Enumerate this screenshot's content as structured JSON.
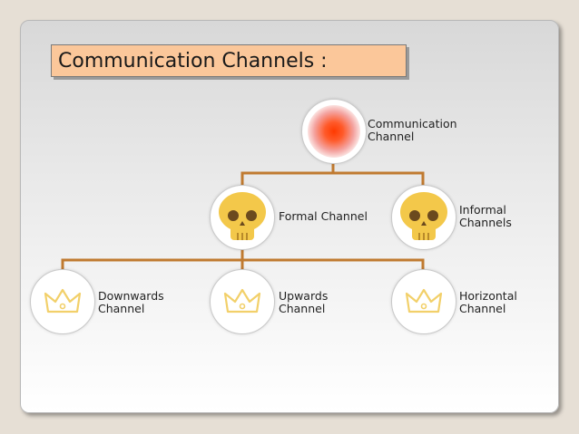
{
  "title": "Communication Channels :",
  "nodes": {
    "root": {
      "line1": "Communication",
      "line2": "Channel",
      "icon": "glowing-orb-icon"
    },
    "formal": {
      "line1": "Formal Channel",
      "icon": "skull-icon"
    },
    "informal": {
      "line1": "Informal",
      "line2": "Channels",
      "icon": "skull-icon"
    },
    "downwards": {
      "line1": "Downwards",
      "line2": "Channel",
      "icon": "crown-icon"
    },
    "upwards": {
      "line1": "Upwards",
      "line2": "Channel",
      "icon": "crown-icon"
    },
    "horizontal": {
      "line1": "Horizontal",
      "line2": "Channel",
      "icon": "crown-icon"
    }
  },
  "colors": {
    "title_bg": "#fbc79a",
    "connector": "#c07a30",
    "skull": "#f3c84a",
    "crown_outline": "#f2d06a",
    "orb": "#ff4a1a"
  }
}
